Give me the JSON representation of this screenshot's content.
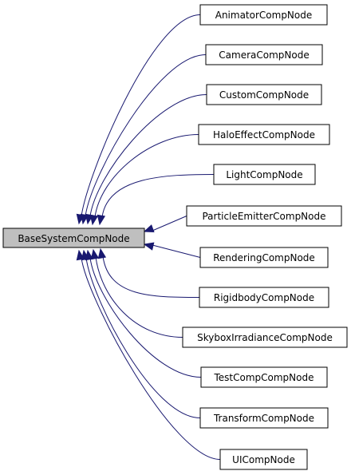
{
  "diagram": {
    "type": "inheritance-graph",
    "edge_color": "#191970",
    "base": {
      "label": "BaseSystemCompNode",
      "fill": "#bfbfbf"
    },
    "derived": [
      {
        "label": "AnimatorCompNode"
      },
      {
        "label": "CameraCompNode"
      },
      {
        "label": "CustomCompNode"
      },
      {
        "label": "HaloEffectCompNode"
      },
      {
        "label": "LightCompNode"
      },
      {
        "label": "ParticleEmitterCompNode"
      },
      {
        "label": "RenderingCompNode"
      },
      {
        "label": "RigidbodyCompNode"
      },
      {
        "label": "SkyboxIrradianceCompNode"
      },
      {
        "label": "TestCompCompNode"
      },
      {
        "label": "TransformCompNode"
      },
      {
        "label": "UICompNode"
      }
    ]
  }
}
